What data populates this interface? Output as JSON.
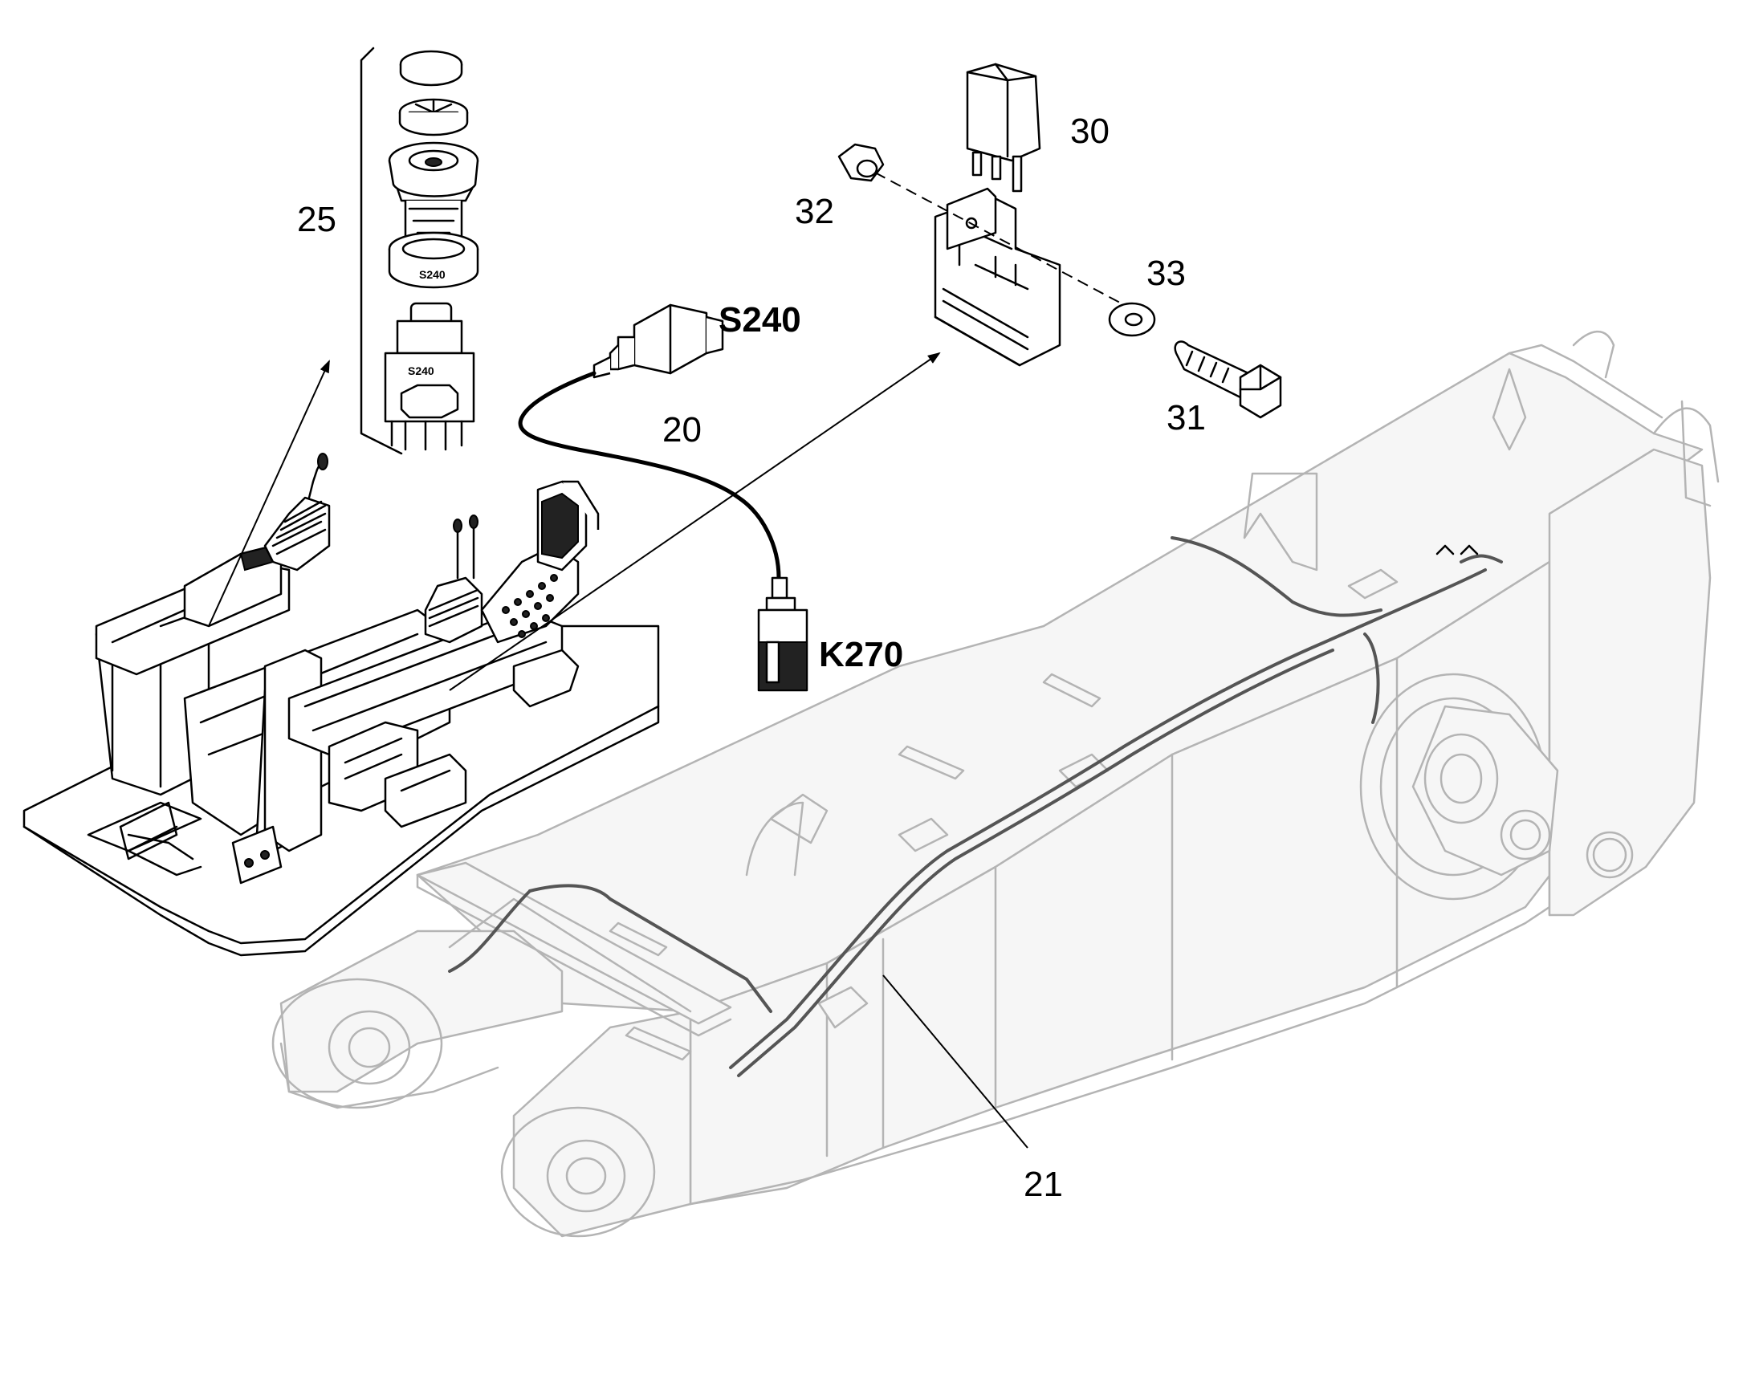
{
  "callouts": {
    "c25": "25",
    "c20": "20",
    "c21": "21",
    "c30": "30",
    "c31": "31",
    "c32": "32",
    "c33": "33",
    "s240": "S240",
    "k270": "K270",
    "switch_marking": "S240"
  }
}
